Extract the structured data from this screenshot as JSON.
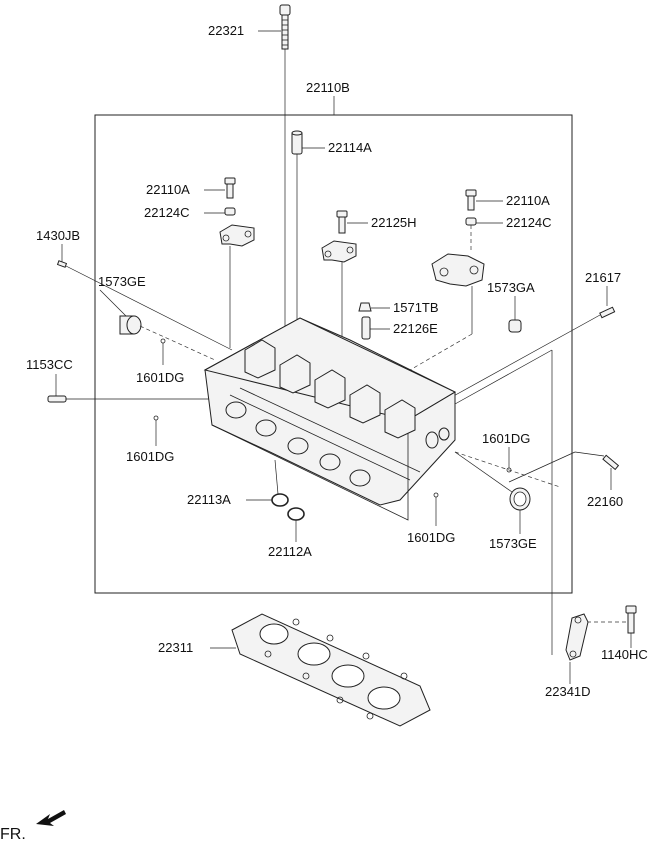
{
  "labels": {
    "p22321": "22321",
    "p22110B": "22110B",
    "p22114A": "22114A",
    "p22110A_left": "22110A",
    "p22124C_left": "22124C",
    "p22110A_right": "22110A",
    "p22124C_right": "22124C",
    "p22125H": "22125H",
    "p1430JB": "1430JB",
    "p1573GE_top": "1573GE",
    "p21617": "21617",
    "p1573GA": "1573GA",
    "p1571TB": "1571TB",
    "p22126E": "22126E",
    "p1153CC": "1153CC",
    "p1601DG_1": "1601DG",
    "p1601DG_2": "1601DG",
    "p1601DG_3": "1601DG",
    "p1601DG_4": "1601DG",
    "p22113A": "22113A",
    "p22112A": "22112A",
    "p22160": "22160",
    "p1573GE_bottom": "1573GE",
    "p22311": "22311",
    "p1140HC": "1140HC",
    "p22341D": "22341D"
  },
  "direction": {
    "label": "FR."
  }
}
